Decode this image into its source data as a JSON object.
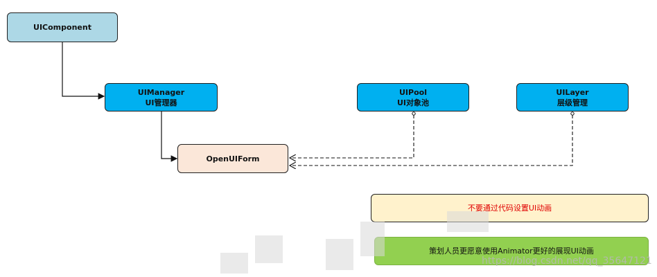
{
  "nodes": {
    "uicomponent": {
      "line1": "UIComponent"
    },
    "uimanager": {
      "line1": "UIManager",
      "line2": "UI管理器"
    },
    "uipool": {
      "line1": "UIPool",
      "line2": "UI对象池"
    },
    "uilayer": {
      "line1": "UILayer",
      "line2": "层级管理"
    },
    "openuiform": {
      "line1": "OpenUIForm"
    }
  },
  "notes": {
    "note1": "不要通过代码设置UI动画",
    "note2": "策划人员更愿意使用Animator更好的展现UI动画"
  },
  "watermark": "https://blog.csdn.net/qq_35647121",
  "colors": {
    "component_fill": "#add8e6",
    "manager_fill": "#00b0f0",
    "form_fill": "#fbe7d9",
    "note1_fill": "#fff2cc",
    "note1_text": "#e00000",
    "note2_fill": "#92d050"
  }
}
